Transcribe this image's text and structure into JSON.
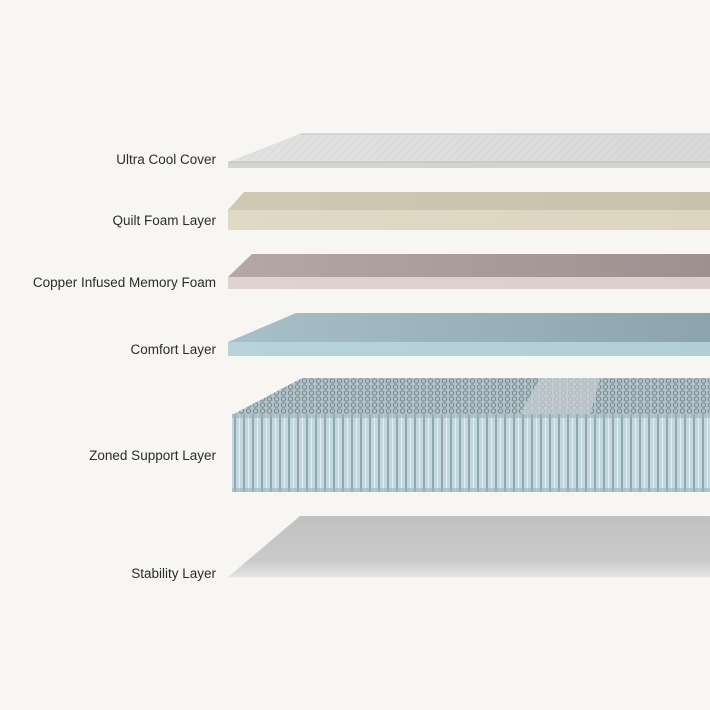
{
  "layers": [
    {
      "label": "Ultra Cool Cover",
      "color": "#dcdcdc"
    },
    {
      "label": "Quilt Foam Layer",
      "color": "#d9d2bf"
    },
    {
      "label": "Copper Infused Memory Foam",
      "color": "#d7c7c6"
    },
    {
      "label": "Comfort Layer",
      "color": "#a9c8d2"
    },
    {
      "label": "Zoned Support Layer",
      "color": "#b6ced6"
    },
    {
      "label": "Stability Layer",
      "color": "#c7c7c7"
    }
  ]
}
